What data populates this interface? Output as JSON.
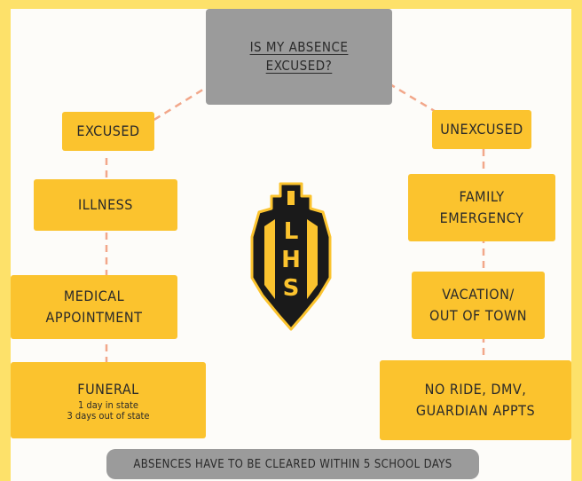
{
  "title": {
    "line1": "IS MY ABSENCE",
    "line2": "EXCUSED?"
  },
  "excused": {
    "heading": "EXCUSED",
    "items": [
      {
        "line1": "ILLNESS"
      },
      {
        "line1": "MEDICAL",
        "line2": "APPOINTMENT"
      },
      {
        "line1": "FUNERAL",
        "note1": "1 day in state",
        "note2": "3 days out of state"
      }
    ]
  },
  "unexcused": {
    "heading": "UNEXCUSED",
    "items": [
      {
        "line1": "FAMILY",
        "line2": "EMERGENCY"
      },
      {
        "line1": "VACATION/",
        "line2": "OUT OF TOWN"
      },
      {
        "line1": "NO RIDE, DMV,",
        "line2": "GUARDIAN APPTS"
      }
    ]
  },
  "logo": {
    "text": "LHS",
    "icon": "spartan-helmet-icon"
  },
  "footer": "ABSENCES HAVE TO BE CLEARED WITHIN 5 SCHOOL DAYS",
  "colors": {
    "accent": "#fbc32e",
    "title_box": "#9b9b9b",
    "connector": "#f2a78a",
    "frame": "#fde16a"
  }
}
